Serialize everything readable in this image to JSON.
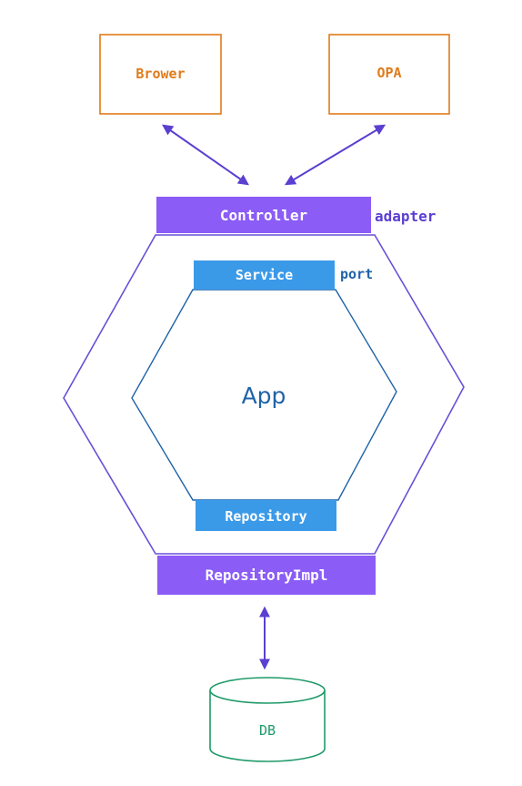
{
  "external": {
    "browser_label": "Brower",
    "opa_label": "OPA"
  },
  "adapter_layer": {
    "controller_label": "Controller",
    "adapter_label": "adapter",
    "repository_impl_label": "RepositoryImpl"
  },
  "port_layer": {
    "service_label": "Service",
    "port_label": "port",
    "repository_label": "Repository"
  },
  "core": {
    "app_label": "App"
  },
  "storage": {
    "db_label": "DB"
  },
  "colors": {
    "orange": "#e07b1a",
    "purple": "#8b5cf6",
    "purple_dark": "#5b3fd1",
    "blue": "#3b9ae8",
    "blue_dark": "#1f63a8",
    "green": "#1f9a6a",
    "white": "#ffffff"
  }
}
